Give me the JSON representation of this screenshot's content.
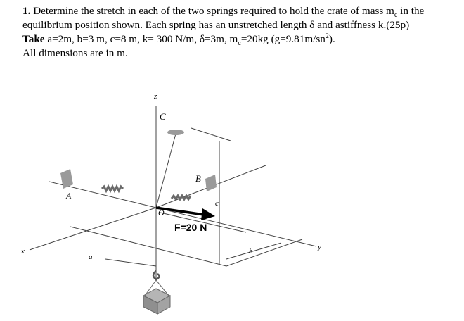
{
  "problem": {
    "number": "1.",
    "line1": "Determine the stretch in each of the two springs required to hold the crate of mass m",
    "line1_sub": "c",
    "line1_end": " in the",
    "line2": "equilibrium position shown. Each spring has an unstretched length δ and astiffness k.(25p)",
    "line3_bold": "Take",
    "line3": " a=2m, b=3 m, c=8 m, k= 300 N/m, δ=3m, m",
    "line3_sub": "c",
    "line3_mid": "=20kg (g=9.81m/sn",
    "line3_sup": "2",
    "line3_end": ").",
    "line4": "All dimensions are in m."
  },
  "figure": {
    "labels": {
      "z": "z",
      "C": "C",
      "A": "A",
      "B": "B",
      "O": "O",
      "c": "c",
      "a": "a",
      "b": "b",
      "x": "x",
      "y": "y",
      "force": "F=20 N"
    },
    "colors": {
      "line": "#444444",
      "support": "#9a9a9a",
      "spring": "#6a6a6a",
      "crate": "#8f8f8f",
      "force": "#000000"
    }
  }
}
